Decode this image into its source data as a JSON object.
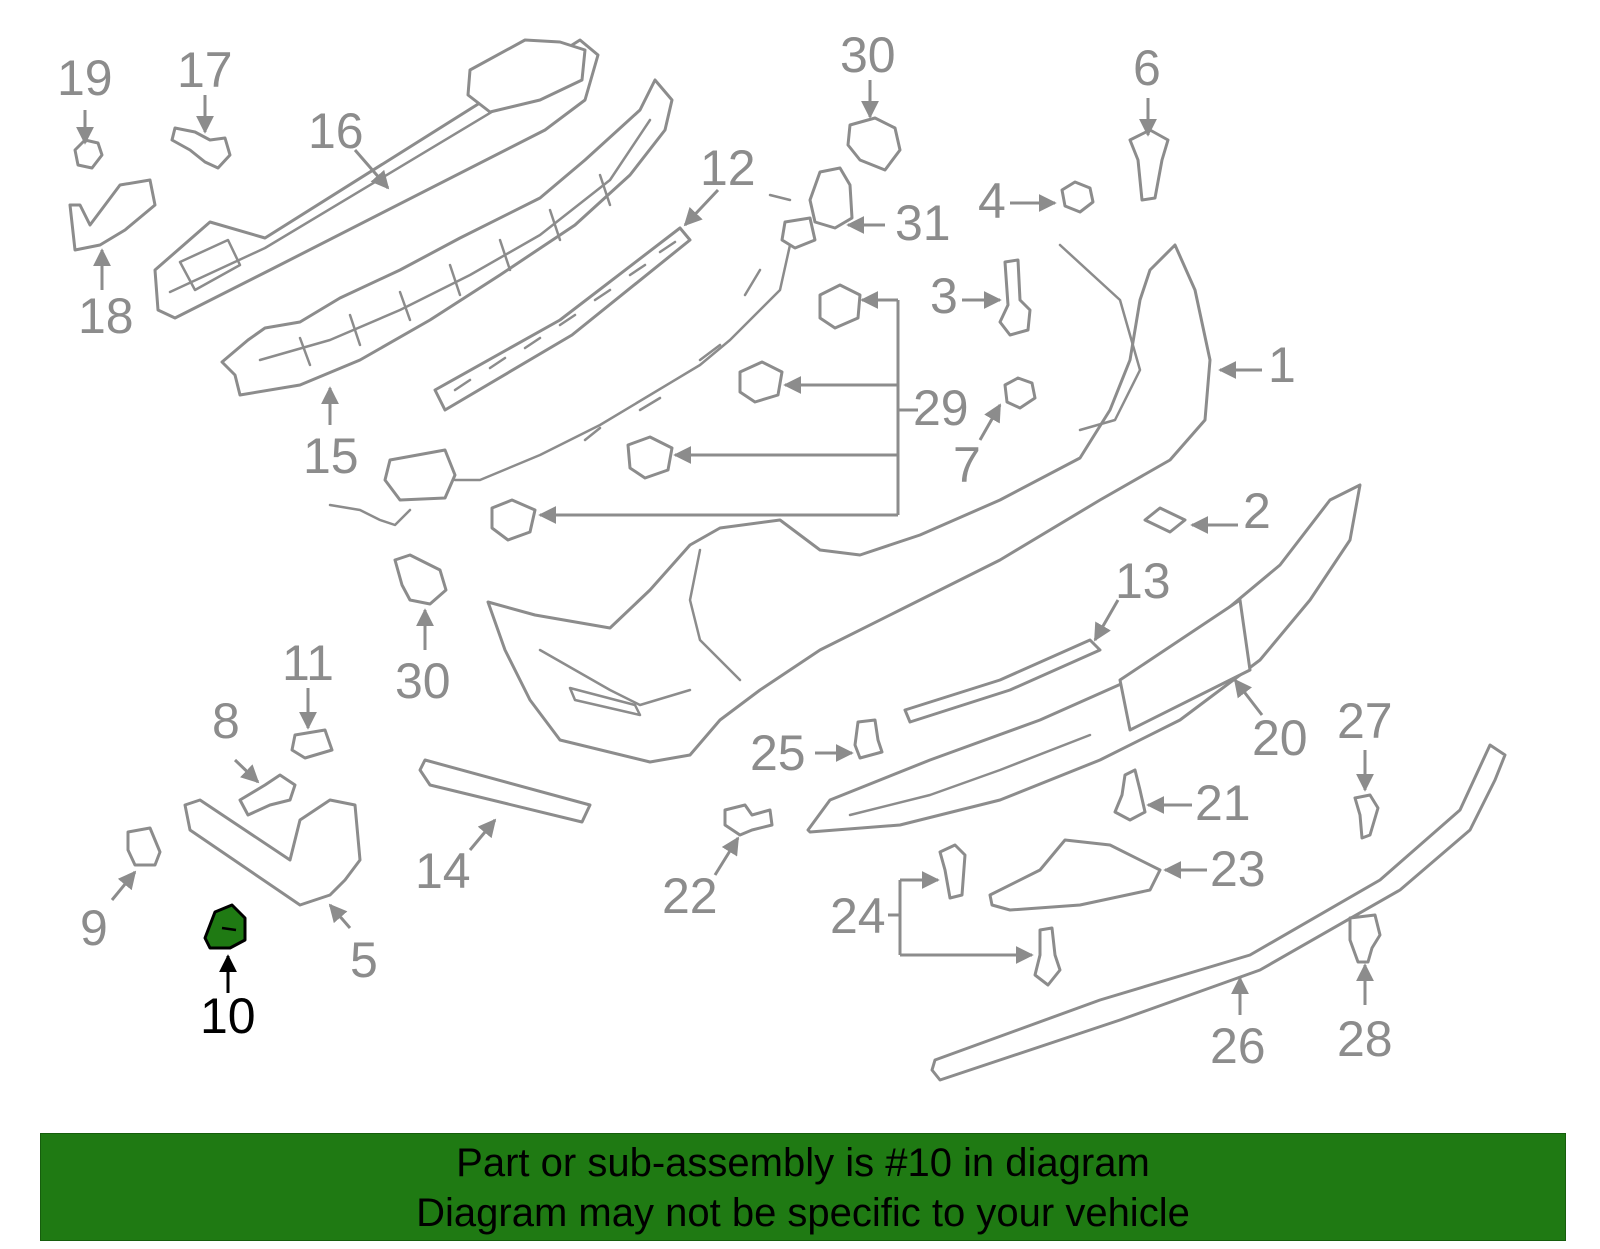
{
  "callouts": [
    {
      "id": "1",
      "label": "1"
    },
    {
      "id": "2",
      "label": "2"
    },
    {
      "id": "3",
      "label": "3"
    },
    {
      "id": "4",
      "label": "4"
    },
    {
      "id": "5",
      "label": "5"
    },
    {
      "id": "6",
      "label": "6"
    },
    {
      "id": "7",
      "label": "7"
    },
    {
      "id": "8",
      "label": "8"
    },
    {
      "id": "9",
      "label": "9"
    },
    {
      "id": "10",
      "label": "10"
    },
    {
      "id": "11",
      "label": "11"
    },
    {
      "id": "12",
      "label": "12"
    },
    {
      "id": "13",
      "label": "13"
    },
    {
      "id": "14",
      "label": "14"
    },
    {
      "id": "15",
      "label": "15"
    },
    {
      "id": "16",
      "label": "16"
    },
    {
      "id": "17",
      "label": "17"
    },
    {
      "id": "18",
      "label": "18"
    },
    {
      "id": "19",
      "label": "19"
    },
    {
      "id": "20",
      "label": "20"
    },
    {
      "id": "21",
      "label": "21"
    },
    {
      "id": "22",
      "label": "22"
    },
    {
      "id": "23",
      "label": "23"
    },
    {
      "id": "24",
      "label": "24"
    },
    {
      "id": "25",
      "label": "25"
    },
    {
      "id": "26",
      "label": "26"
    },
    {
      "id": "27",
      "label": "27"
    },
    {
      "id": "28",
      "label": "28"
    },
    {
      "id": "29",
      "label": "29"
    },
    {
      "id": "30a",
      "label": "30"
    },
    {
      "id": "30b",
      "label": "30"
    },
    {
      "id": "31",
      "label": "31"
    }
  ],
  "highlight": {
    "part_number": "10",
    "fill_color": "#1f7a13"
  },
  "banner": {
    "line1": "Part or sub-assembly is #10 in diagram",
    "line2": "Diagram may not be specific to your vehicle",
    "background_color": "#1f7a13"
  }
}
